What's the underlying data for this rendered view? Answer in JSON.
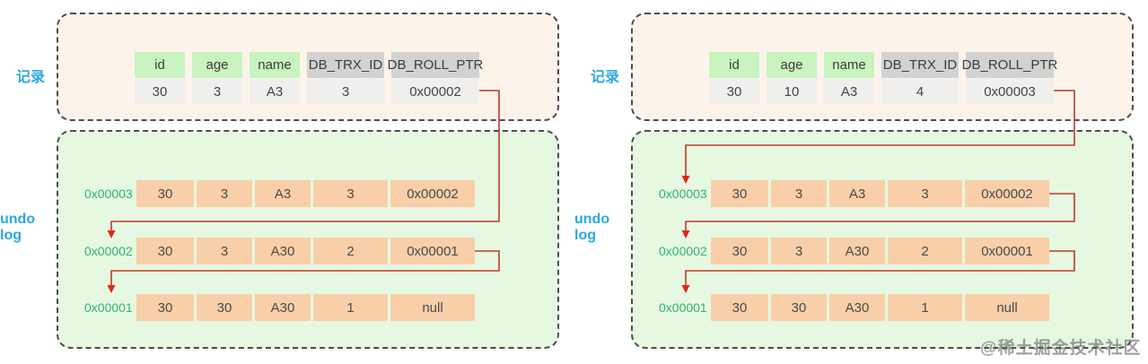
{
  "colors": {
    "record_panel_bg": "#fcf4ea",
    "undo_panel_bg": "#e6f8e1",
    "undo_cell_bg": "#f8cfa8",
    "key_column_header_bg": "#c9f3bf",
    "hidden_column_header_bg": "#d2d2d2",
    "record_row_bg": "#f0efed",
    "label_blue": "#29a9e1",
    "address_green": "#2fb56b",
    "arrow_red": "#bf3a28",
    "dashed_border": "#4d4d4d"
  },
  "watermark": "@稀土掘金技术社区",
  "panels": [
    {
      "record_label": "记录",
      "undo_label": "undo log",
      "record_table": {
        "headers": [
          "id",
          "age",
          "name",
          "DB_TRX_ID",
          "DB_ROLL_PTR"
        ],
        "row": [
          "30",
          "3",
          "A3",
          "3",
          "0x00002"
        ]
      },
      "undo_rows": [
        {
          "addr": "0x00003",
          "cells": [
            "30",
            "3",
            "A3",
            "3",
            "0x00002"
          ]
        },
        {
          "addr": "0x00002",
          "cells": [
            "30",
            "3",
            "A30",
            "2",
            "0x00001"
          ]
        },
        {
          "addr": "0x00001",
          "cells": [
            "30",
            "30",
            "A30",
            "1",
            "null"
          ]
        }
      ]
    },
    {
      "record_label": "记录",
      "undo_label": "undo log",
      "record_table": {
        "headers": [
          "id",
          "age",
          "name",
          "DB_TRX_ID",
          "DB_ROLL_PTR"
        ],
        "row": [
          "30",
          "10",
          "A3",
          "4",
          "0x00003"
        ]
      },
      "undo_rows": [
        {
          "addr": "0x00003",
          "cells": [
            "30",
            "3",
            "A3",
            "3",
            "0x00002"
          ]
        },
        {
          "addr": "0x00002",
          "cells": [
            "30",
            "3",
            "A30",
            "2",
            "0x00001"
          ]
        },
        {
          "addr": "0x00001",
          "cells": [
            "30",
            "30",
            "A30",
            "1",
            "null"
          ]
        }
      ]
    }
  ]
}
